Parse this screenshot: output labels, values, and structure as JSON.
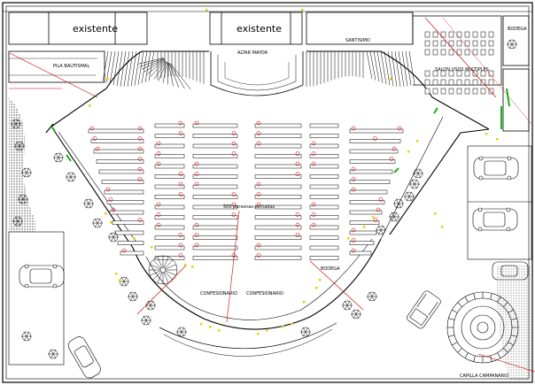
{
  "labels": {
    "existente_left": "existente",
    "existente_center": "existente",
    "altar_mayor": "ALTAR MAYOR",
    "santisimo": "SANTISIMO",
    "pila_bautismal": "PILA BAUTISMAL",
    "salon_usos_multiples": "SALON USOS MULTIPLES",
    "bodega_right": "BODEGA",
    "bodega_center": "BODEGA",
    "personas_sentadas": "500 personas sentadas",
    "confesionario_1": "CONFESIONARIO",
    "confesionario_2": "CONFESIONARIO",
    "capilla_campanario": "CAPILLA CAMPANARIO"
  },
  "colors": {
    "line": "#000000",
    "red": "#cc0000",
    "green": "#00aa00",
    "yellow": "#e6d200",
    "bg": "#ffffff"
  }
}
